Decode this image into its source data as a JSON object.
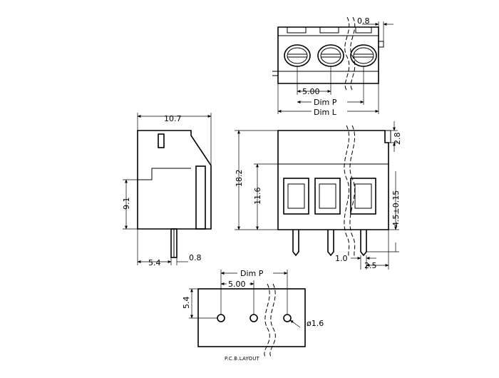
{
  "top_view": {
    "dim_thickness": "0.8",
    "dim_pitch_small": "5.00",
    "dim_pitch": "Dim  P",
    "dim_length": "Dim  L"
  },
  "side_view": {
    "dim_width": "10.7",
    "dim_height_low": "9.1",
    "dim_pin_offset": "5.4",
    "dim_pin_width": "0.8"
  },
  "front_view": {
    "dim_total_height": "18.2",
    "dim_body_height": "11.6",
    "dim_top_step": "2.8",
    "dim_pin_length": "4.5±0.15",
    "dim_pin_size": "1.0",
    "dim_pin_to_edge": "2.5"
  },
  "pcb_layout": {
    "dim_pitch": "Dim  P",
    "dim_pitch_small": "5.00",
    "dim_offset": "5.4",
    "dim_hole": "ø1.6",
    "caption": "P.C.B.LAYOUT"
  }
}
